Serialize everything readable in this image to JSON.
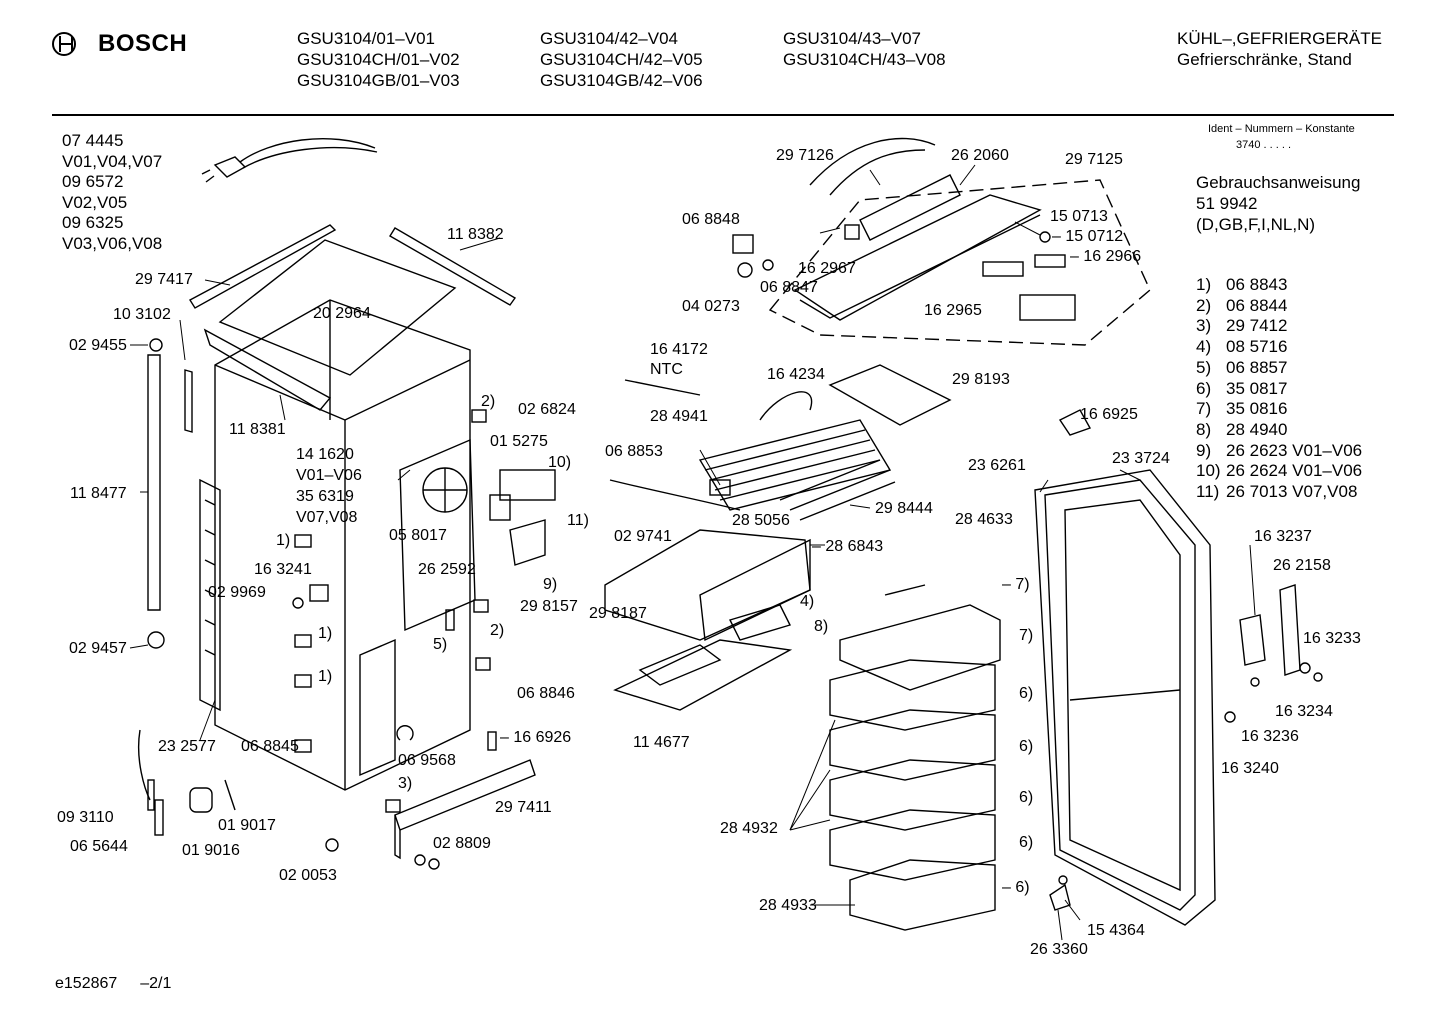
{
  "header": {
    "brand": "BOSCH",
    "models_col1": [
      "GSU3104/01–V01",
      "GSU3104CH/01–V02",
      "GSU3104GB/01–V03"
    ],
    "models_col2": [
      "GSU3104/42–V04",
      "GSU3104CH/42–V05",
      "GSU3104GB/42–V06"
    ],
    "models_col3": [
      "GSU3104/43–V07",
      "GSU3104CH/43–V08"
    ],
    "category_line1": "KÜHL–,GEFRIERGERÄTE",
    "category_line2": "Gefrierschränke, Stand"
  },
  "ident": {
    "title": "Ident – Nummern – Konstante",
    "value": "3740 . . . . ."
  },
  "manual": {
    "title": "Gebrauchsanweisung",
    "number": "51 9942",
    "languages": "(D,GB,F,I,NL,N)"
  },
  "footnotes": [
    {
      "key": "1)",
      "value": "06 8843"
    },
    {
      "key": "2)",
      "value": "06 8844"
    },
    {
      "key": "3)",
      "value": "29 7412"
    },
    {
      "key": "4)",
      "value": "08 5716"
    },
    {
      "key": "5)",
      "value": "06 8857"
    },
    {
      "key": "6)",
      "value": "35 0817"
    },
    {
      "key": "7)",
      "value": "35 0816"
    },
    {
      "key": "8)",
      "value": "28 4940"
    },
    {
      "key": "9)",
      "value": "26 2623 V01–V06"
    },
    {
      "key": "10)",
      "value": "26 2624 V01–V06"
    },
    {
      "key": "11)",
      "value": "26 7013 V07,V08"
    }
  ],
  "cable_variants": [
    "07 4445",
    "V01,V04,V07",
    "09 6572",
    "V02,V05",
    "09 6325",
    "V03,V06,V08"
  ],
  "footer": {
    "code": "e152867",
    "page": "–2/1"
  },
  "part_labels": {
    "p297417": "29 7417",
    "p103102": "10 3102",
    "p029455": "02 9455",
    "p118477": "11 8477",
    "p029457": "02 9457",
    "p232577": "23 2577",
    "p093110": "09 3110",
    "p065644": "06 5644",
    "p019016": "01 9016",
    "p019017": "01 9017",
    "p020053": "02 0053",
    "p118382": "11 8382",
    "p202964": "20 2964",
    "p118381": "11 8381",
    "p141620": "14 1620",
    "v01v06": "V01–V06",
    "p356319": "35 6319",
    "v07v08": "V07,V08",
    "p163241": "16 3241",
    "p029969": "02 9969",
    "p068845": "06 8845",
    "p069568": "06 9568",
    "p068846": "06 8846",
    "p166926": "16 6926",
    "p297411": "29 7411",
    "p028809": "02 8809",
    "p026824": "02 6824",
    "p015275": "01 5275",
    "p058017": "05 8017",
    "p262592": "26 2592",
    "p297126": "29 7126",
    "p262060": "26 2060",
    "p297125": "29 7125",
    "p068848": "06 8848",
    "p162967": "16 2967",
    "p040273": "04 0273",
    "p068847": "06 8847",
    "p150713": "15 0713",
    "p150712": "15 0712",
    "p162966": "16 2966",
    "p162965": "16 2965",
    "p164172": "16 4172",
    "ntc": "NTC",
    "p164234": "16 4234",
    "p298193": "29 8193",
    "p284941": "28 4941",
    "p068853": "06 8853",
    "p298444": "29 8444",
    "p029741": "02 9741",
    "p285056": "28 5056",
    "p286843": "28 6843",
    "p298157": "29 8157",
    "p298187": "29 8187",
    "p114677": "11 4677",
    "p284633": "28 4633",
    "p166925": "16 6925",
    "p236261": "23 6261",
    "p233724": "23 3724",
    "p163237": "16 3237",
    "p262158": "26 2158",
    "p163233": "16 3233",
    "p163234": "16 3234",
    "p163236": "16 3236",
    "p163240": "16 3240",
    "p284932": "28 4932",
    "p284933": "28 4933",
    "p154364": "15 4364",
    "p263360": "26 3360"
  },
  "callouts": {
    "c1": "1)",
    "c2": "2)",
    "c3": "3)",
    "c4": "4)",
    "c5": "5)",
    "c6": "6)",
    "c7": "7)",
    "c8": "8)",
    "c9": "9)",
    "c10": "10)",
    "c11": "11)",
    "dash7": "– 7)",
    "dash6": "– 6)",
    "dash16926": "–"
  }
}
